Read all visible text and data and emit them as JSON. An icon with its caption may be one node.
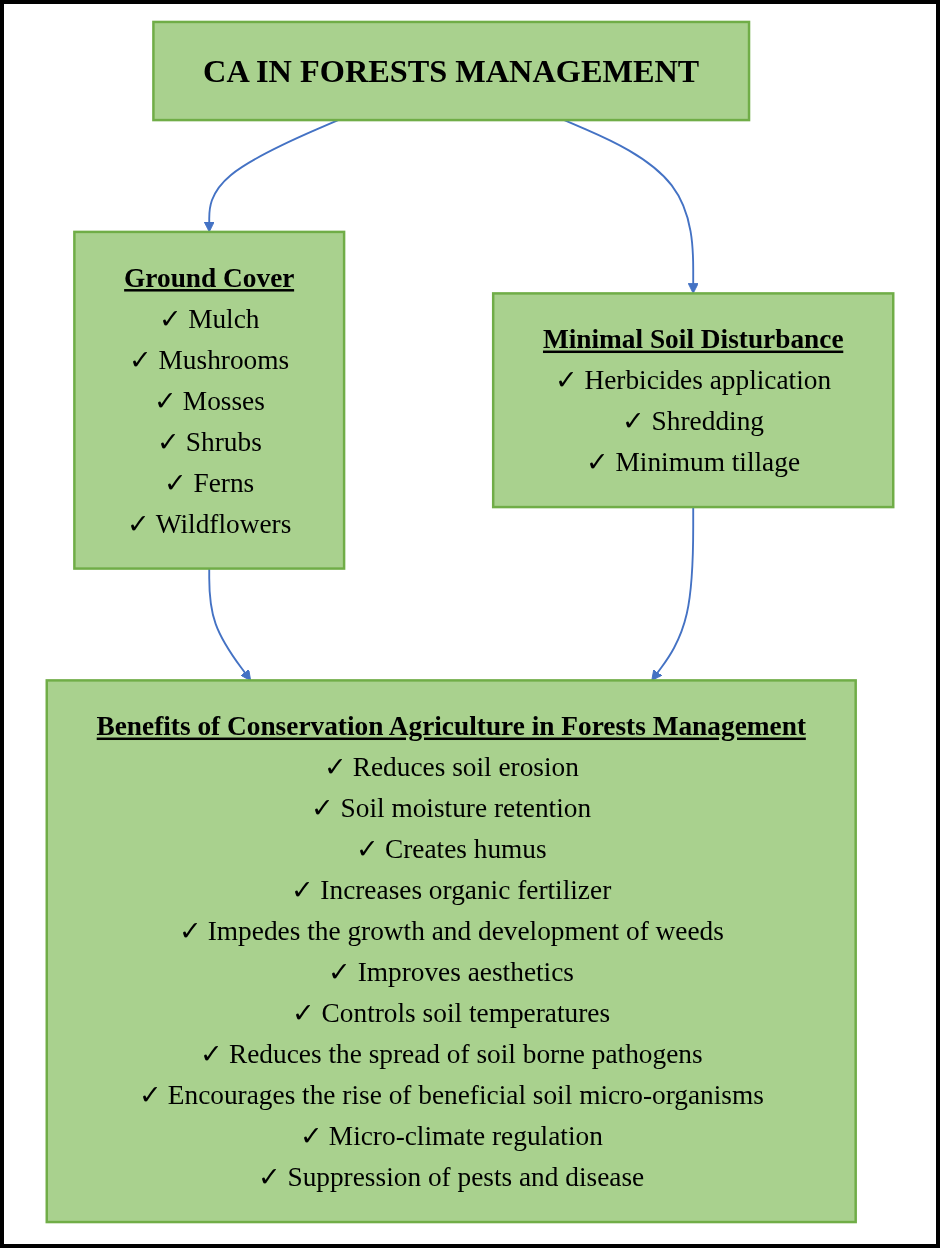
{
  "diagram": {
    "nodes": [
      {
        "text": [
          "CA IN FORESTS MANAGEMENT"
        ]
      },
      {
        "text": [
          "Ground Cover",
          "✓ Mulch",
          "✓ Mushrooms",
          "✓ Mosses",
          "✓ Shrubs",
          "✓ Ferns",
          "✓ Wildflowers"
        ]
      },
      {
        "text": [
          "Minimal Soil Disturbance",
          "✓ Herbicides application",
          "✓ Shredding",
          "✓ Minimum tillage"
        ]
      },
      {
        "text": [
          "Benefits of Conservation Agriculture in Forests Management",
          "✓ Reduces soil erosion",
          "✓ Soil moisture retention",
          "✓ Creates humus",
          "✓ Increases organic fertilizer",
          "✓ Impedes the growth and development of weeds",
          "✓ Improves aesthetics",
          "✓ Controls soil temperatures",
          "✓ Reduces the spread of soil borne pathogens",
          "✓ Encourages the rise of beneficial soil micro-organisms",
          "✓ Micro-climate regulation",
          "✓ Suppression of pests and disease"
        ]
      }
    ],
    "edges": [
      {
        "from": 0,
        "to": 1,
        "arrow": "to"
      },
      {
        "from": 0,
        "to": 2,
        "arrow": "to"
      },
      {
        "from": 1,
        "to": 3,
        "arrow": "to"
      },
      {
        "from": 2,
        "to": 3,
        "arrow": "to"
      }
    ]
  }
}
